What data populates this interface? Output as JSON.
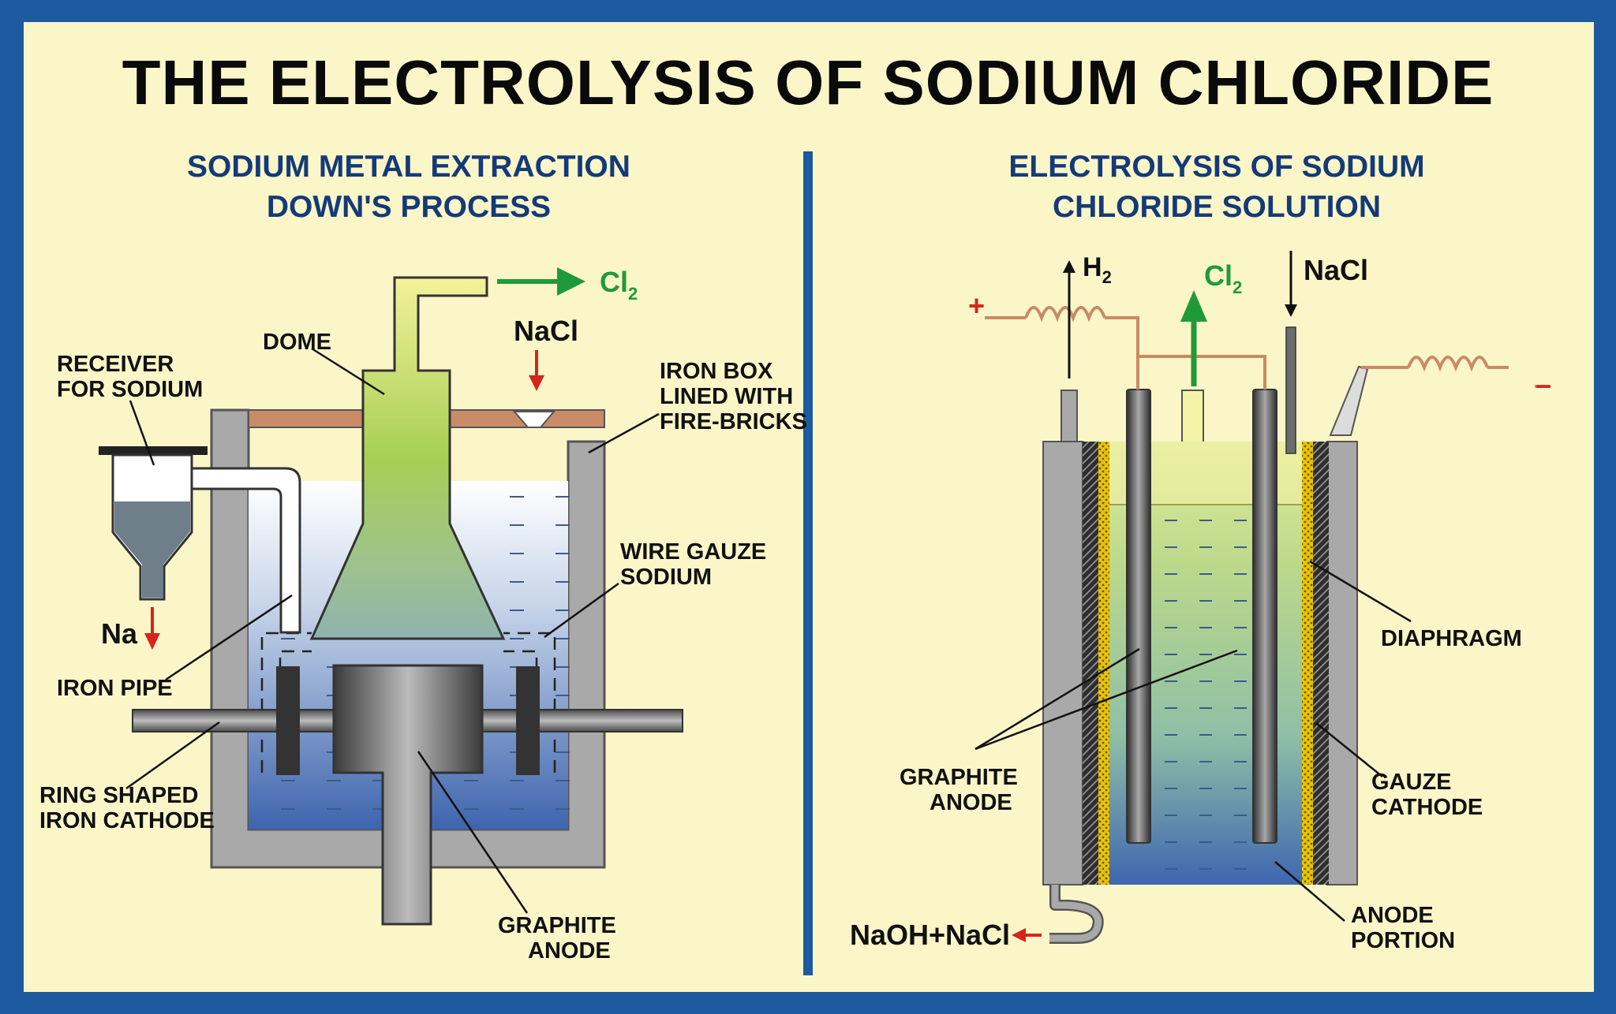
{
  "title": "THE ELECTROLYSIS OF SODIUM CHLORIDE",
  "colors": {
    "frame": "#1d5aa0",
    "panel": "#fbf6c8",
    "title": "#0a0a0a",
    "subtitle": "#143a78",
    "chlorine_arrow": "#1f9a3a",
    "sodium_arrow": "#d6251e",
    "wire": "#c98a67"
  },
  "left": {
    "subtitle_line1": "SODIUM METAL EXTRACTION",
    "subtitle_line2": "DOWN'S PROCESS",
    "labels": {
      "receiver_line1": "RECEIVER",
      "receiver_line2": "FOR SODIUM",
      "dome": "DOME",
      "nacl": "NaCl",
      "cl": "Cl",
      "cl_sub": "2",
      "iron_box_line1": "IRON BOX",
      "iron_box_line2": "LINED WITH",
      "iron_box_line3": "FIRE-BRICKS",
      "wire_gauze_line1": "WIRE GAUZE",
      "wire_gauze_line2": "SODIUM",
      "na": "Na",
      "iron_pipe": "IRON PIPE",
      "ring_cathode_line1": "RING SHAPED",
      "ring_cathode_line2": "IRON CATHODE",
      "graphite_anode_line1": "GRAPHITE",
      "graphite_anode_line2": "ANODE"
    }
  },
  "right": {
    "subtitle_line1": "ELECTROLYSIS OF SODIUM",
    "subtitle_line2": "CHLORIDE SOLUTION",
    "labels": {
      "h": "H",
      "h_sub": "2",
      "cl": "Cl",
      "cl_sub": "2",
      "nacl": "NaCl",
      "plus": "+",
      "minus": "–",
      "diaphragm": "DIAPHRAGM",
      "graphite_anode_line1": "GRAPHITE",
      "graphite_anode_line2": "ANODE",
      "gauze_cathode_line1": "GAUZE",
      "gauze_cathode_line2": "CATHODE",
      "anode_portion_line1": "ANODE",
      "anode_portion_line2": "PORTION",
      "naoh_nacl": "NaOH+NaCl"
    }
  }
}
